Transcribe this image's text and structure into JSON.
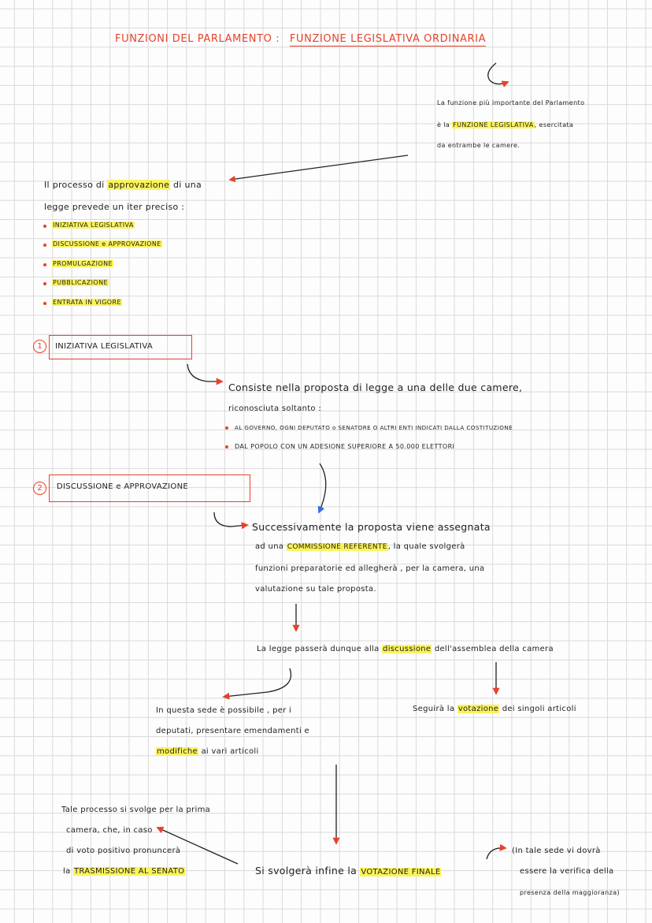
{
  "title": {
    "prefix": "FUNZIONI DEL PARLAMENTO :",
    "suffix": "FUNZIONE LEGISLATIVA ORDINARIA"
  },
  "intro": {
    "line1": "La funzione più importante del Parlamento",
    "line2_pre": "è la",
    "line2_hl": "FUNZIONE LEGISLATIVA",
    "line2_post": ", esercitata",
    "line3": "da entrambe le camere."
  },
  "process": {
    "line1_pre": "Il processo di",
    "line1_hl": "approvazione",
    "line1_post": "di una",
    "line2": "legge prevede un iter preciso :",
    "steps": [
      "INIZIATIVA LEGISLATIVA",
      "DISCUSSIONE e APPROVAZIONE",
      "PROMULGAZIONE",
      "PUBBLICAZIONE",
      "ENTRATA IN VIGORE"
    ]
  },
  "section1": {
    "number": "1",
    "heading": "INIZIATIVA LEGISLATIVA",
    "line1": "Consiste nella proposta di legge a una delle due camere,",
    "line2": "riconosciuta soltanto :",
    "bullets": [
      "AL GOVERNO, OGNI DEPUTATO o SENATORE O ALTRI ENTI INDICATI DALLA COSTITUZIONE",
      "DAL POPOLO CON UN ADESIONE SUPERIORE A 50.000 ELETTORI"
    ]
  },
  "section2": {
    "number": "2",
    "heading": "DISCUSSIONE e APPROVAZIONE",
    "para_line1": "Successivamente la proposta viene assegnata",
    "para_line2_pre": "ad una",
    "para_line2_hl": "COMMISSIONE REFERENTE",
    "para_line2_post": ", la quale svolgerà",
    "para_line3": "funzioni preparatorie ed allegherà , per la camera, una",
    "para_line4": "valutazione su tale proposta.",
    "discussion_pre": "La legge passerà dunque alla",
    "discussion_hl": "discussione",
    "discussion_post": "dell'assemblea della camera",
    "left_line1": "In questa sede è possibile , per i",
    "left_line2": "deputati, presentare emendamenti e",
    "left_line3_hl": "modifiche",
    "left_line3_post": "ai vari articoli",
    "right_pre": "Seguirà la",
    "right_hl": "votazione",
    "right_post": "dei singoli articoli"
  },
  "bottom": {
    "left_line1": "Tale processo si svolge per la prima",
    "left_line2": "camera, che, in caso",
    "left_line3": "di voto positivo pronuncerà",
    "left_line4_pre": "la",
    "left_line4_hl": "TRASMISSIONE AL SENATO",
    "final_pre": "Si svolgerà infine la",
    "final_hl": "VOTAZIONE FINALE",
    "note_line1": "(In tale sede vi dovrà",
    "note_line2": "essere la verifica della",
    "note_line3": "presenza della maggioranza)"
  },
  "colors": {
    "accent_red": "#e8412c",
    "highlight_yellow": "#fbf35a",
    "arrow_blue": "#2f6fe0"
  }
}
